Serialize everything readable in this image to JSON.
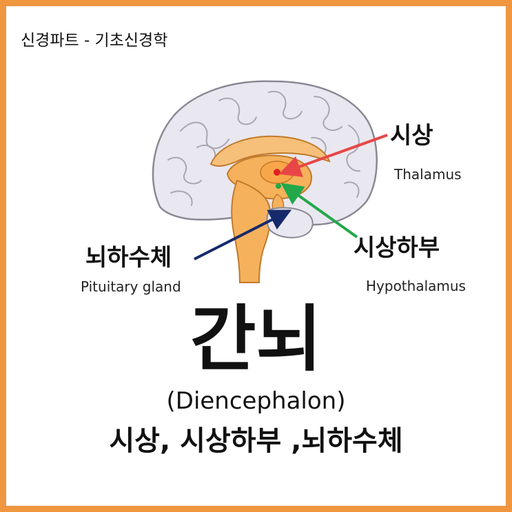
{
  "header": {
    "title": "신경파트 - 기초신경학"
  },
  "labels": {
    "thalamus": {
      "ko": "시상",
      "en": "Thalamus"
    },
    "hypothalamus": {
      "ko": "시상하부",
      "en": "Hypothalamus"
    },
    "pituitary": {
      "ko": "뇌하수체",
      "en": "Pituitary gland"
    }
  },
  "main": {
    "title": "간뇌",
    "subtitle": "(Diencephalon)",
    "summary": "시상,  시상하부 ,뇌하수체"
  },
  "colors": {
    "frame": "#f0963f",
    "brain": "#e9e7ef",
    "diencephalon": "#f6b15c",
    "thalamus_arrow": "#e84646",
    "hypothalamus_arrow": "#22a84a",
    "pituitary_arrow": "#162a6b"
  }
}
